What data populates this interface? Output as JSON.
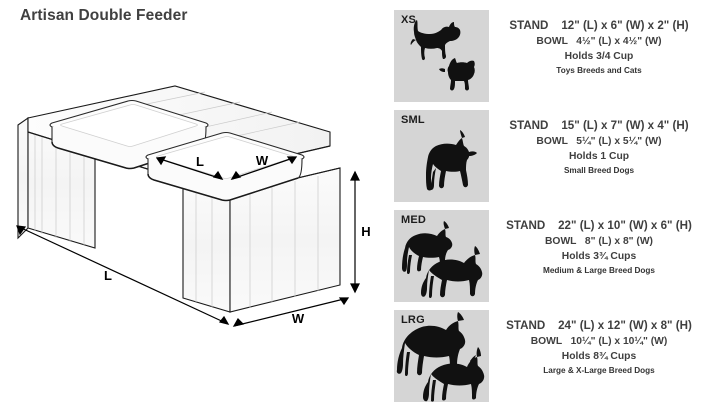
{
  "title": "Artisan Double Feeder",
  "illustration": {
    "name": "artisan-double-feeder-isometric-drawing",
    "dimension_labels": {
      "stand_length": "L",
      "stand_width": "W",
      "stand_height": "H",
      "bowl_length": "L",
      "bowl_width": "W"
    }
  },
  "size_chart": {
    "rows": [
      {
        "code": "XS",
        "silhouettes": "cat-and-toy-dog-silhouette",
        "stand_label": "STAND",
        "stand_dims": "12\" (L) x 6\" (W) x 2\" (H)",
        "bowl_label": "BOWL",
        "bowl_dims": "4½\" (L) x 4½\" (W)",
        "holds": "Holds 3/4 Cup",
        "breeds": "Toys Breeds and Cats"
      },
      {
        "code": "SML",
        "silhouettes": "small-dog-silhouette",
        "stand_label": "STAND",
        "stand_dims": "15\" (L) x 7\" (W) x 4\" (H)",
        "bowl_label": "BOWL",
        "bowl_dims": "5¼\" (L) x 5¼\" (W)",
        "holds": "Holds 1 Cup",
        "breeds": "Small Breed Dogs"
      },
      {
        "code": "MED",
        "silhouettes": "two-medium-dogs-silhouette",
        "stand_label": "STAND",
        "stand_dims": "22\" (L) x 10\" (W) x 6\" (H)",
        "bowl_label": "BOWL",
        "bowl_dims": "8\" (L) x 8\" (W)",
        "holds": "Holds 3¾ Cups",
        "breeds": "Medium & Large Breed Dogs"
      },
      {
        "code": "LRG",
        "silhouettes": "two-large-dogs-silhouette",
        "stand_label": "STAND",
        "stand_dims": "24\" (L) x 12\" (W) x 8\" (H)",
        "bowl_label": "BOWL",
        "bowl_dims": "10¼\" (L) x 10¼\" (W)",
        "holds": "Holds 8¾ Cups",
        "breeds": "Large & X-Large Breed Dogs"
      }
    ]
  },
  "colors": {
    "panel_gray": "#d5d5d5",
    "text_dark": "#3f3f3f",
    "title_gray": "#404040",
    "silhouette_black": "#111111",
    "background": "#ffffff"
  }
}
